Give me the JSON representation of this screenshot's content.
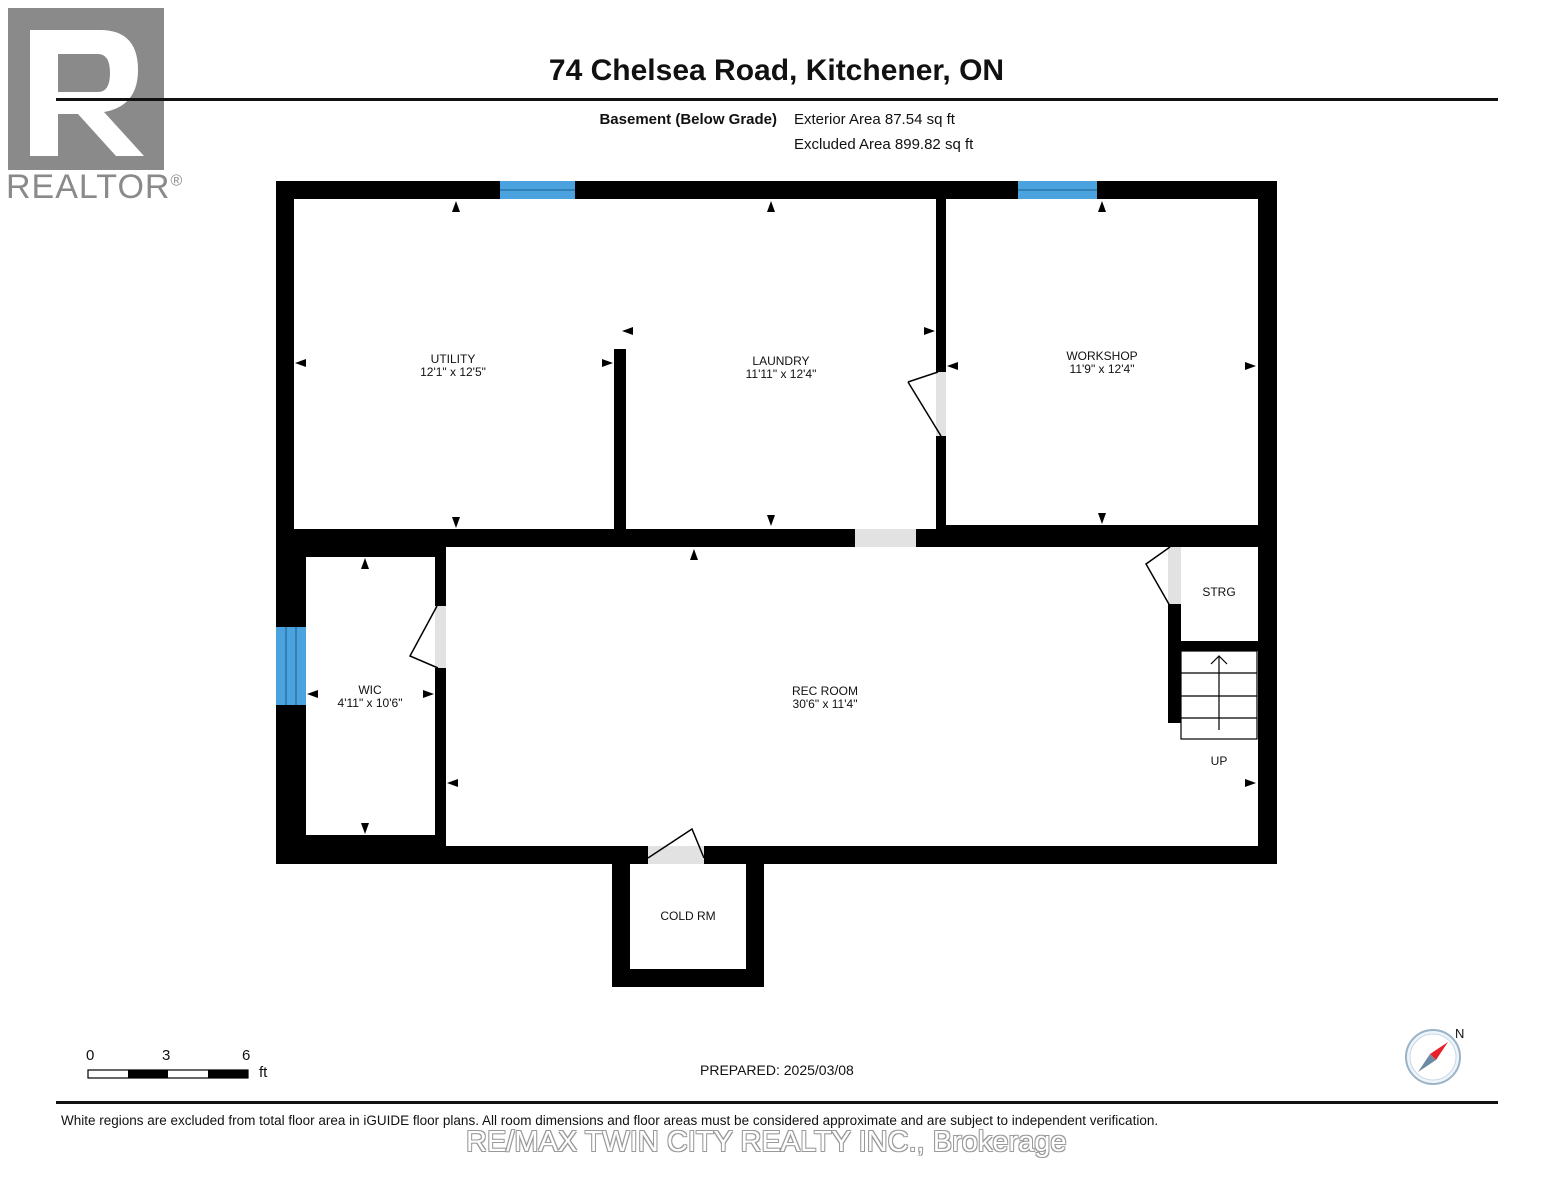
{
  "logo": {
    "word": "REALTOR",
    "mark": "®"
  },
  "header": {
    "title": "74 Chelsea Road, Kitchener, ON"
  },
  "summary": {
    "level": "Basement (Below Grade)",
    "exterior_area": "Exterior Area 87.54 sq ft",
    "excluded_area": "Excluded Area 899.82 sq ft"
  },
  "rooms": {
    "utility": {
      "name": "UTILITY",
      "dims": "12'1\" x 12'5\""
    },
    "laundry": {
      "name": "LAUNDRY",
      "dims": "11'11\" x 12'4\""
    },
    "workshop": {
      "name": "WORKSHOP",
      "dims": "11'9\" x 12'4\""
    },
    "wic": {
      "name": "WIC",
      "dims": "4'11\" x 10'6\""
    },
    "rec_room": {
      "name": "REC ROOM",
      "dims": "30'6\" x 11'4\""
    },
    "storage": {
      "name": "STRG"
    },
    "cold_room": {
      "name": "COLD RM"
    },
    "stairs": {
      "label": "UP"
    }
  },
  "scale": {
    "ticks": [
      "0",
      "3",
      "6"
    ],
    "unit": "ft"
  },
  "compass": {
    "label": "N",
    "icon": "compass-icon"
  },
  "prepared": "PREPARED: 2025/03/08",
  "disclaimer": "White regions are excluded from total floor area in iGUIDE floor plans. All room dimensions and floor areas must be considered approximate and are subject to independent verification.",
  "watermark": "RE/MAX TWIN CITY REALTY INC., Brokerage",
  "colors": {
    "wall": "#000000",
    "window": "#4aa3df",
    "door_gap": "#e2e2e2",
    "logo": "#8a8a8a",
    "compass_needle": "#e8202a"
  }
}
